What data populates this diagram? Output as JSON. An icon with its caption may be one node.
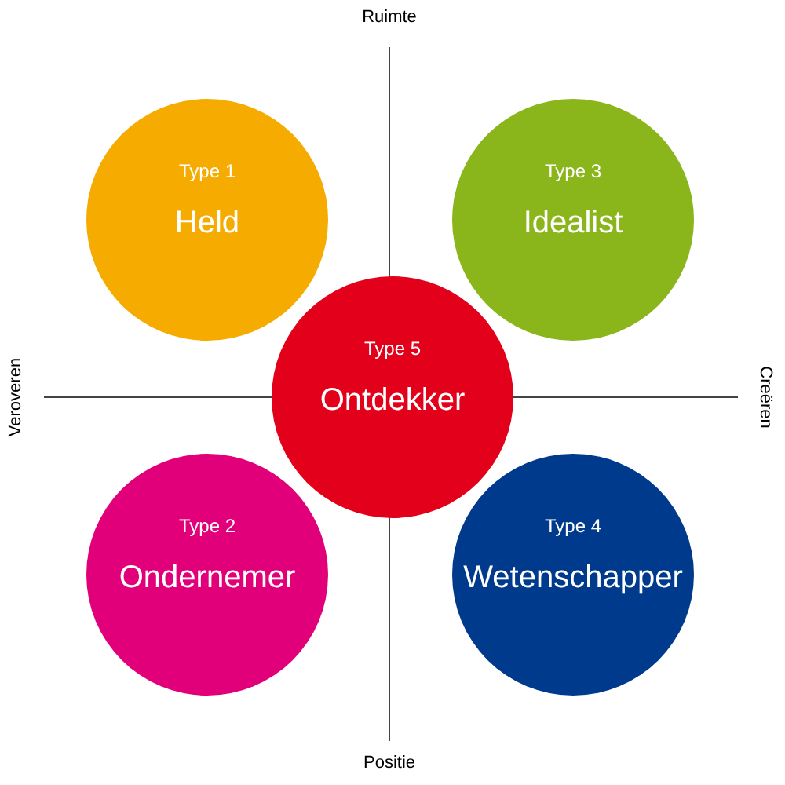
{
  "diagram": {
    "nodes": [
      {
        "text": [
          "Type 1",
          "Held"
        ]
      },
      {
        "text": [
          "Type 3",
          "Idealist"
        ]
      },
      {
        "text": [
          "Type 5",
          "Ontdekker"
        ]
      },
      {
        "text": [
          "Type 2",
          "Ondernemer"
        ]
      },
      {
        "text": [
          "Type 4",
          "Wetenschapper"
        ]
      }
    ],
    "labels": [
      "Ruimte",
      "Veroveren",
      "Creëren",
      "Positie"
    ]
  }
}
